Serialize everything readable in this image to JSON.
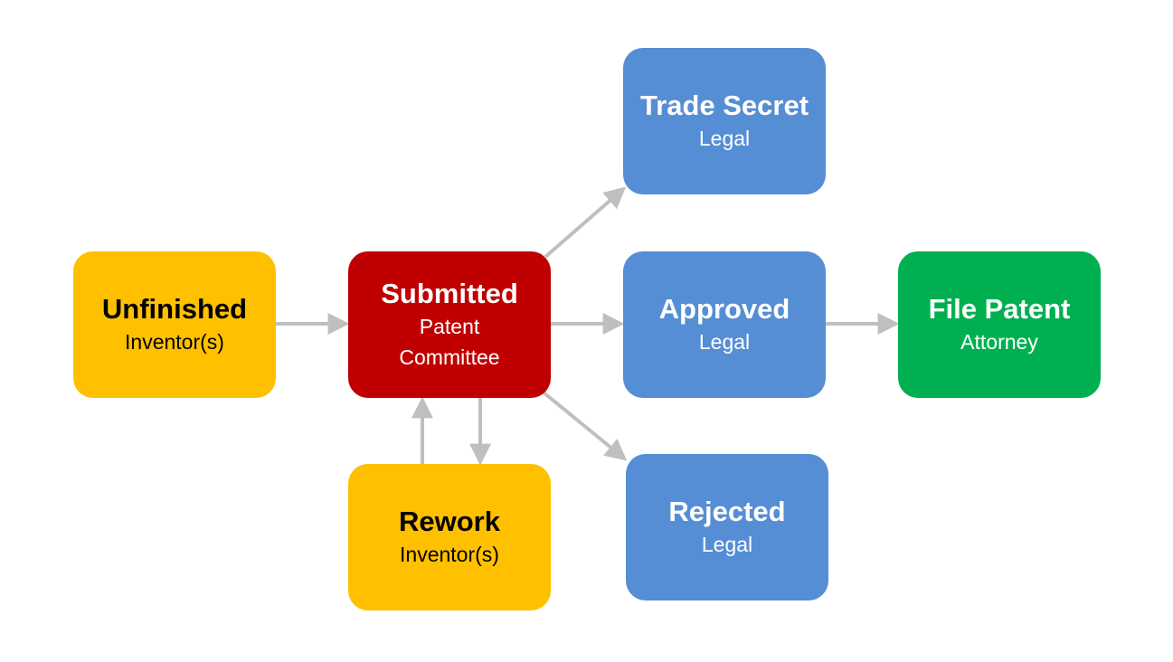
{
  "colors": {
    "inventor_stage": "#ffc000",
    "committee_stage": "#c00000",
    "legal_stage": "#558ed5",
    "attorney_stage": "#00b050",
    "arrow": "#bfbfbf"
  },
  "nodes": {
    "unfinished": {
      "title": "Unfinished",
      "role": "Inventor(s)"
    },
    "submitted": {
      "title": "Submitted",
      "role": "Patent Committee"
    },
    "rework": {
      "title": "Rework",
      "role": "Inventor(s)"
    },
    "trade_secret": {
      "title": "Trade Secret",
      "role": "Legal"
    },
    "approved": {
      "title": "Approved",
      "role": "Legal"
    },
    "rejected": {
      "title": "Rejected",
      "role": "Legal"
    },
    "file_patent": {
      "title": "File Patent",
      "role": "Attorney"
    }
  },
  "edges": [
    {
      "from": "unfinished",
      "to": "submitted"
    },
    {
      "from": "submitted",
      "to": "trade_secret"
    },
    {
      "from": "submitted",
      "to": "approved"
    },
    {
      "from": "submitted",
      "to": "rejected"
    },
    {
      "from": "submitted",
      "to": "rework"
    },
    {
      "from": "rework",
      "to": "submitted"
    },
    {
      "from": "approved",
      "to": "file_patent"
    }
  ]
}
